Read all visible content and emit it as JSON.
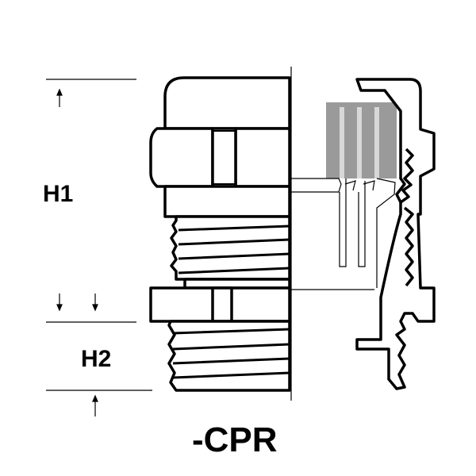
{
  "labels": {
    "h1": "H1",
    "h2": "H2",
    "title": "-CPR"
  },
  "colors": {
    "stroke": "#000000",
    "seal_fill": "#9a9a9a",
    "seal_stripes": "#d8d8d8"
  }
}
